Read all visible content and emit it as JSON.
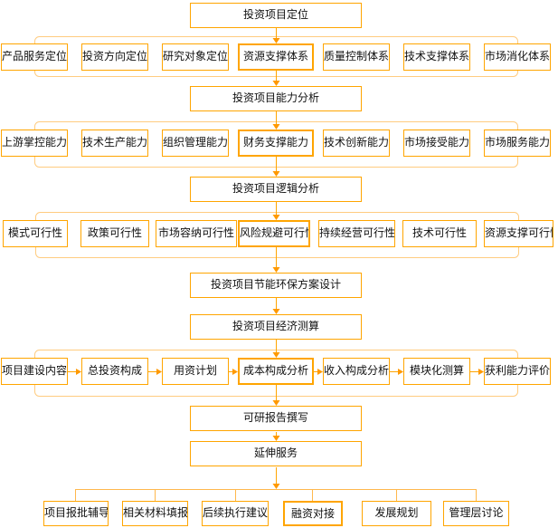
{
  "diagram": {
    "title_nodes": {
      "positioning": "投资项目定位",
      "capability": "投资项目能力分析",
      "logic": "投资项目逻辑分析",
      "green_design": "投资项目节能环保方案设计",
      "economic": "投资项目经济测算",
      "report": "可研报告撰写",
      "extended": "延伸服务"
    },
    "rows": {
      "positioning_factors": [
        "产品服务定位",
        "投资方向定位",
        "研究对象定位",
        "资源支撑体系",
        "质量控制体系",
        "技术支撑体系",
        "市场消化体系"
      ],
      "capability_factors": [
        "上游掌控能力",
        "技术生产能力",
        "组织管理能力",
        "财务支撑能力",
        "技术创新能力",
        "市场接受能力",
        "市场服务能力"
      ],
      "feasibility_factors": [
        "模式可行性",
        "政策可行性",
        "市场容纳可行性",
        "风险规避可行性",
        "持续经营可行性",
        "技术可行性",
        "资源支撑可行性"
      ],
      "economic_steps": [
        "项目建设内容",
        "总投资构成",
        "用资计划",
        "成本构成分析",
        "收入构成分析",
        "模块化测算",
        "获利能力评价"
      ],
      "extended_services": [
        "项目报批辅导",
        "相关材料填报",
        "后续执行建议",
        "融资对接",
        "发展规划",
        "管理层讨论"
      ]
    },
    "colors": {
      "box_border": "#FFA500",
      "container_border": "#FFCC80",
      "connector": "#FFA500",
      "tree_line": "#FFB84D",
      "arrowhead": "#FF9900",
      "box_fill": "#FFFFFF",
      "text": "#111111",
      "bg": "#FFFFFF"
    }
  }
}
